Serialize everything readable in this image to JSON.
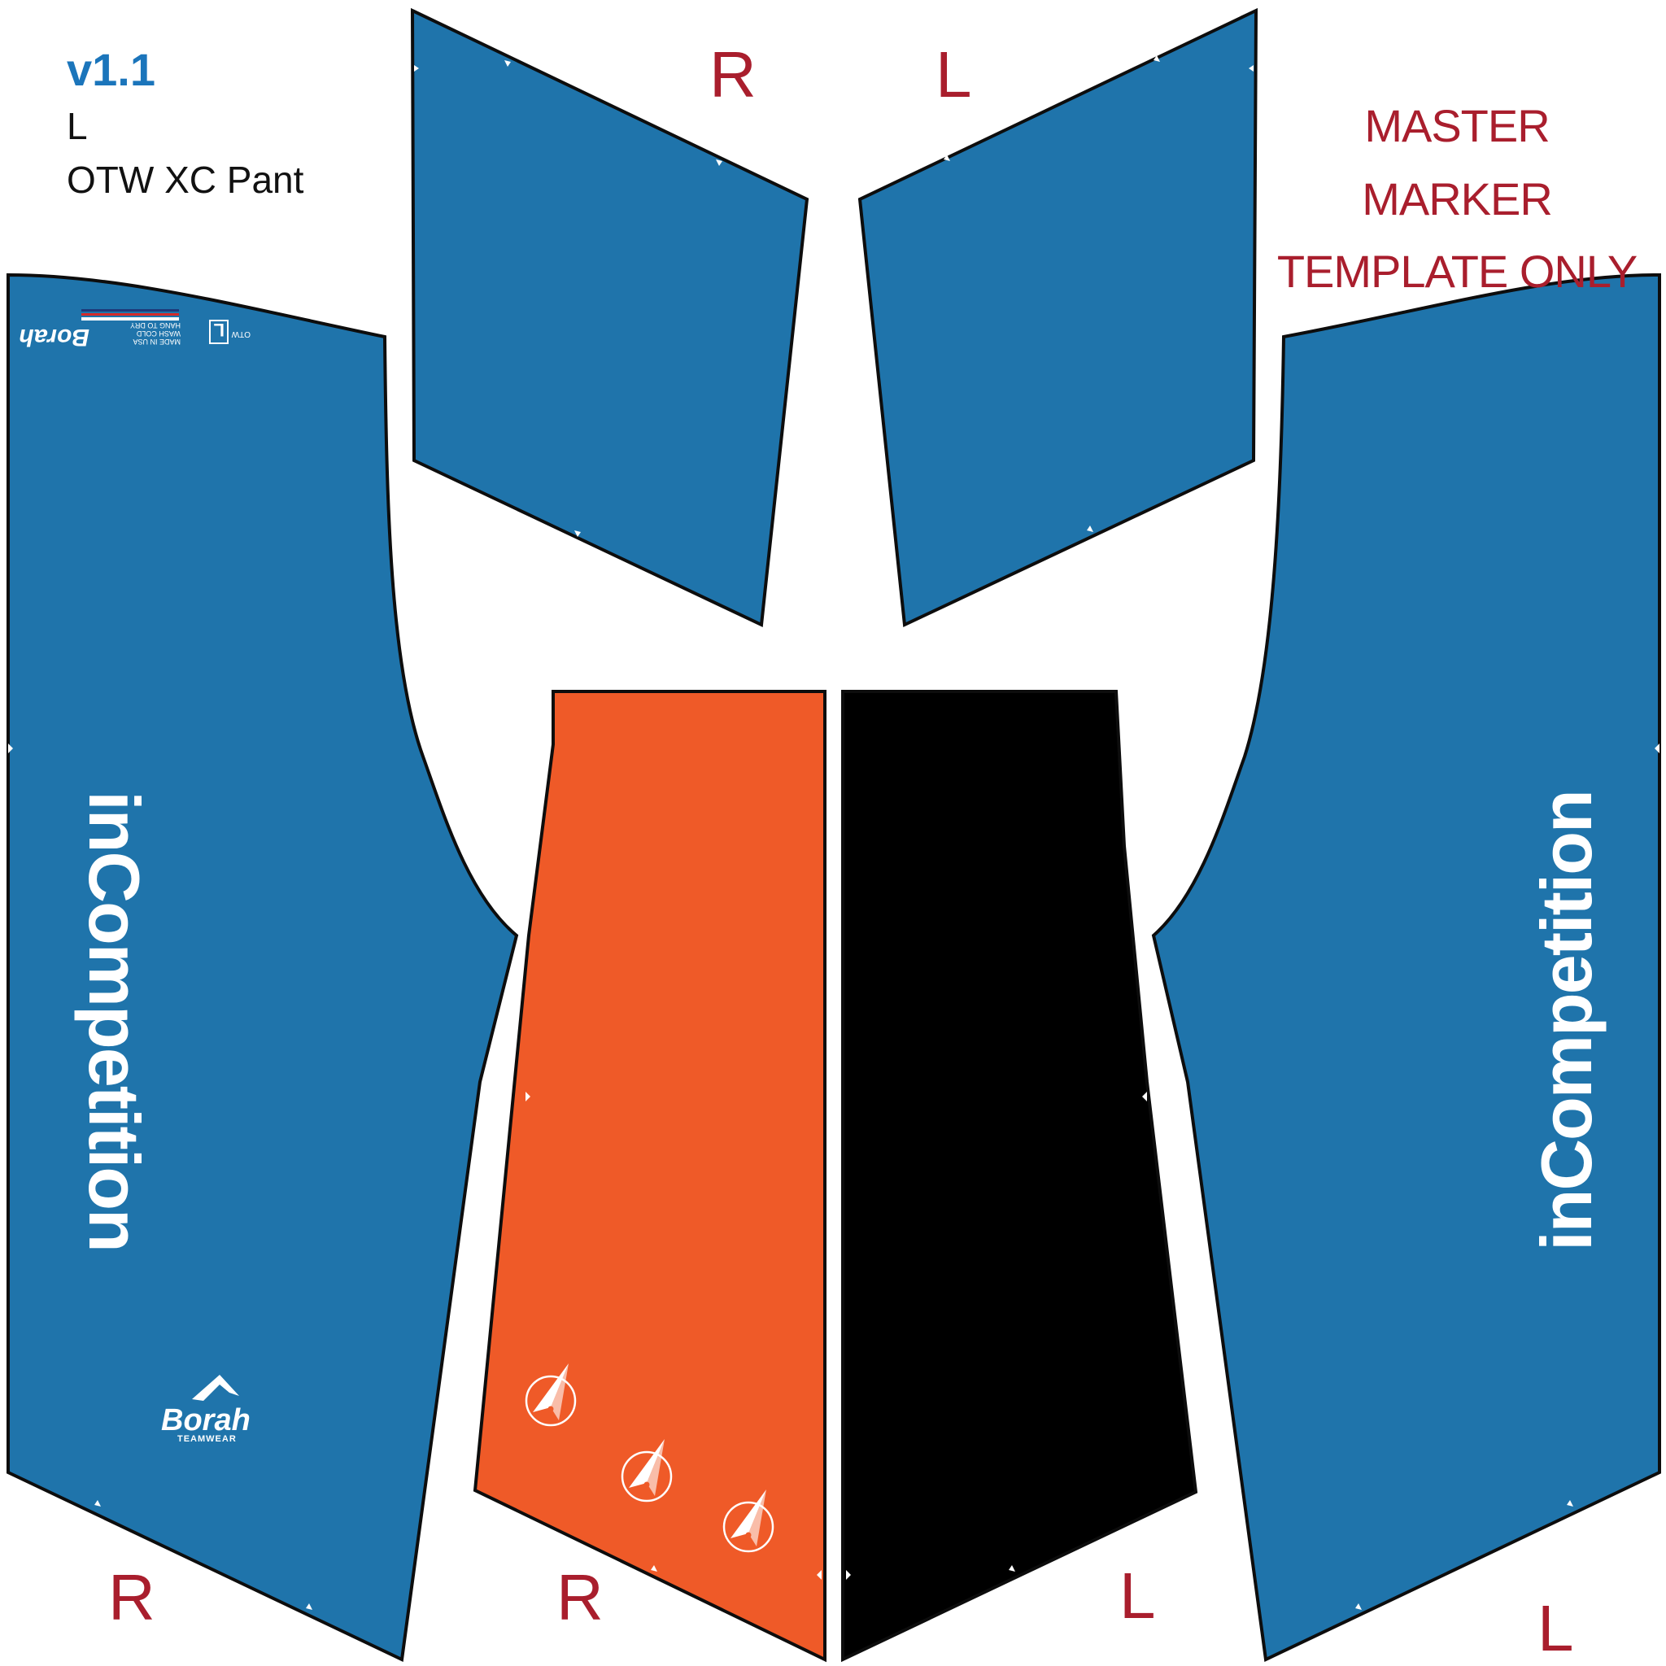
{
  "header": {
    "version": "v1.1",
    "size": "L",
    "product": "OTW XC Pant"
  },
  "notice": {
    "line1": "MASTER MARKER",
    "line2": "TEMPLATE ONLY"
  },
  "side_labels": {
    "top_right_yoke": "R",
    "top_left_yoke": "L",
    "bottom_right_leg": "R",
    "bottom_right_insert": "R",
    "bottom_left_insert": "L",
    "bottom_left_leg": "L"
  },
  "leg_text": "inCompetition",
  "care_label": {
    "brand": "Borah",
    "size": "L",
    "line1": "MADE IN USA",
    "line2": "WASH COLD",
    "line3": "HANG TO DRY",
    "code": "OTW"
  },
  "brand_logo": {
    "name": "Borah",
    "tagline": "TEAMWEAR"
  },
  "colors": {
    "leg_blue": "#1f74ab",
    "insert_orange": "#ef5a28",
    "insert_black": "#000000",
    "label_red": "#a91e2d",
    "version_blue": "#1b75bb",
    "outline": "#0d0d0d"
  },
  "icons": [
    "compass-emblem-icon",
    "compass-emblem-icon",
    "compass-emblem-icon",
    "mountain-logo-icon"
  ]
}
